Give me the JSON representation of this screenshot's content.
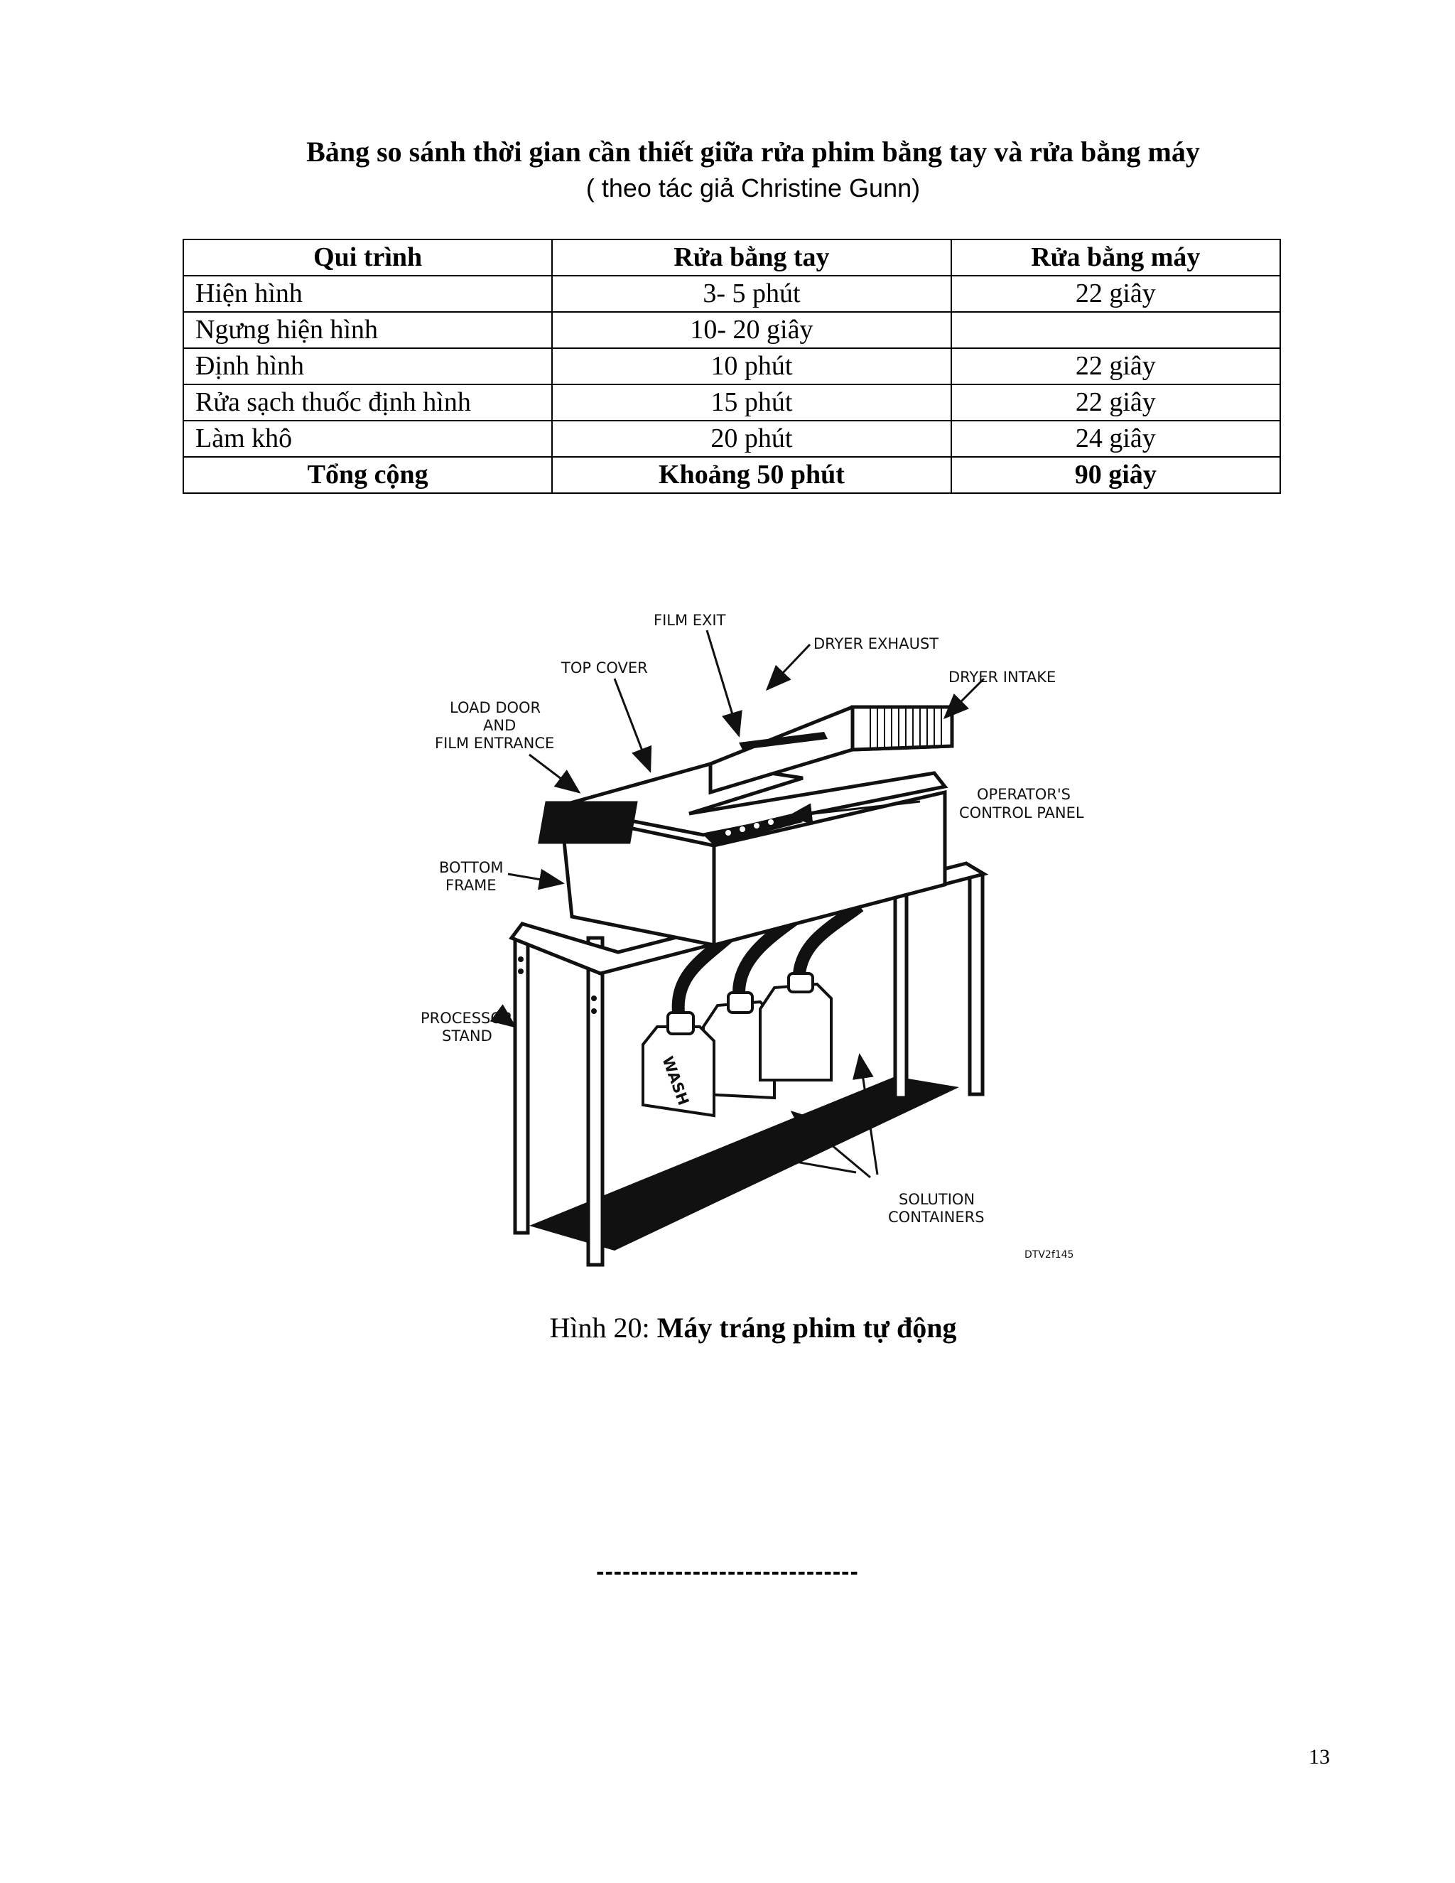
{
  "title": "Bảng so sánh thời gian cần thiết giữa rửa phim bằng tay và rửa bằng máy",
  "subtitle": "( theo tác giả Christine Gunn)",
  "table": {
    "headers": [
      "Qui trình",
      "Rửa bằng tay",
      "Rửa bằng máy"
    ],
    "rows": [
      [
        "Hiện hình",
        "3- 5 phút",
        "22 giây"
      ],
      [
        "Ngưng hiện hình",
        "10- 20 giây",
        ""
      ],
      [
        "Định hình",
        "10 phút",
        "22 giây"
      ],
      [
        "Rửa sạch thuốc định hình",
        "15 phút",
        "22 giây"
      ],
      [
        "Làm khô",
        "20 phút",
        "24 giây"
      ]
    ],
    "total": [
      "Tổng cộng",
      "Khoảng 50 phút",
      "90 giây"
    ]
  },
  "figure": {
    "labels": {
      "film_exit": "FILM EXIT",
      "dryer_exhaust": "DRYER EXHAUST",
      "top_cover": "TOP COVER",
      "dryer_intake": "DRYER INTAKE",
      "load_door_1": "LOAD DOOR",
      "load_door_2": "AND",
      "load_door_3": "FILM ENTRANCE",
      "control_panel_1": "OPERATOR'S",
      "control_panel_2": "CONTROL PANEL",
      "bottom_frame_1": "BOTTOM",
      "bottom_frame_2": "FRAME",
      "processor_stand_1": "PROCESSOR",
      "processor_stand_2": "STAND",
      "solution_1": "SOLUTION",
      "solution_2": "CONTAINERS",
      "wash": "WASH",
      "code": "DTV2f145"
    }
  },
  "caption": {
    "prefix": "Hình 20: ",
    "bold": "Máy tráng phim tự động"
  },
  "separator": "------------------------------",
  "page_number": "13"
}
